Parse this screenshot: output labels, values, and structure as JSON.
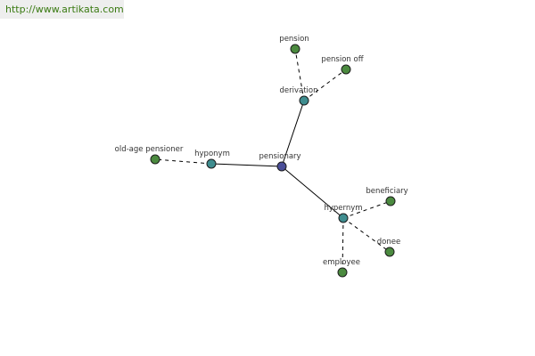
{
  "source_banner": {
    "text": "http://www.artikata.com"
  },
  "colors": {
    "banner_text": "#3a7a12",
    "banner_bg": "#eeeeee",
    "root_node": "#4a4e98",
    "relation_node": "#3f8d8f",
    "word_node": "#4b8a3f",
    "edge": "#000000"
  },
  "graph": {
    "nodes": [
      {
        "id": "pensionary",
        "label": "pensionary",
        "kind": "root"
      },
      {
        "id": "derivation",
        "label": "derivation",
        "kind": "relation"
      },
      {
        "id": "hyponym",
        "label": "hyponym",
        "kind": "relation"
      },
      {
        "id": "hypernym",
        "label": "hypernym",
        "kind": "relation"
      },
      {
        "id": "pension",
        "label": "pension",
        "kind": "word"
      },
      {
        "id": "pension_off",
        "label": "pension off",
        "kind": "word"
      },
      {
        "id": "old_age_pensioner",
        "label": "old-age pensioner",
        "kind": "word"
      },
      {
        "id": "beneficiary",
        "label": "beneficiary",
        "kind": "word"
      },
      {
        "id": "donee",
        "label": "donee",
        "kind": "word"
      },
      {
        "id": "employee",
        "label": "employee",
        "kind": "word"
      }
    ],
    "edges": [
      {
        "from": "pensionary",
        "to": "derivation",
        "style": "solid"
      },
      {
        "from": "pensionary",
        "to": "hyponym",
        "style": "solid"
      },
      {
        "from": "pensionary",
        "to": "hypernym",
        "style": "solid"
      },
      {
        "from": "derivation",
        "to": "pension",
        "style": "dashed"
      },
      {
        "from": "derivation",
        "to": "pension_off",
        "style": "dashed"
      },
      {
        "from": "hyponym",
        "to": "old_age_pensioner",
        "style": "dashed"
      },
      {
        "from": "hypernym",
        "to": "beneficiary",
        "style": "dashed"
      },
      {
        "from": "hypernym",
        "to": "donee",
        "style": "dashed"
      },
      {
        "from": "hypernym",
        "to": "employee",
        "style": "dashed"
      }
    ]
  }
}
